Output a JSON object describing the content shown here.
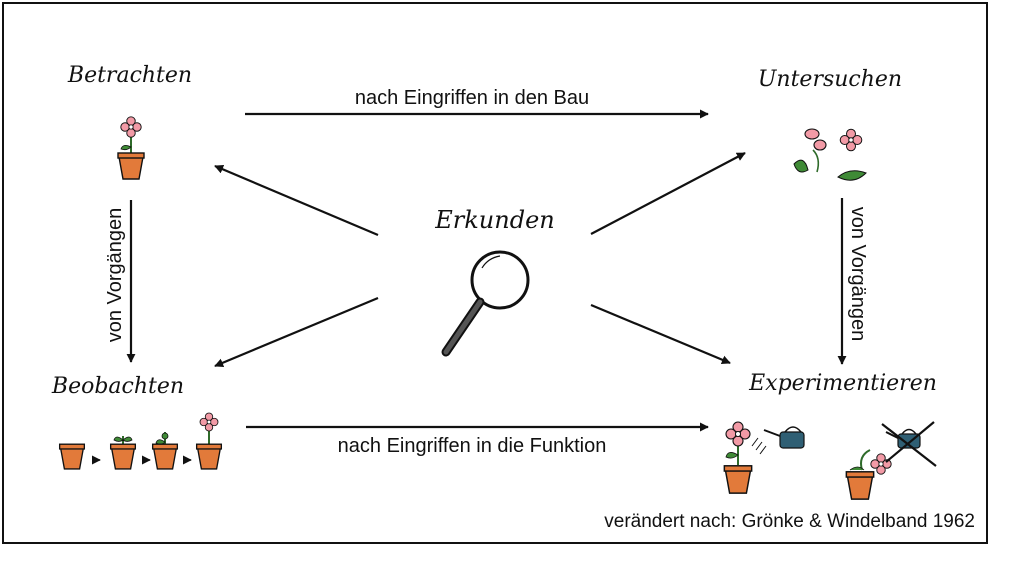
{
  "nodes": {
    "betrachten": "Betrachten",
    "untersuchen": "Untersuchen",
    "erkunden": "Erkunden",
    "beobachten": "Beobachten",
    "experimentieren": "Experimentieren"
  },
  "edges": {
    "top": "nach Eingriffen in den Bau",
    "bottom": "nach Eingriffen in die Funktion",
    "left": "von Vorgängen",
    "right": "von Vorgängen"
  },
  "source": "verändert nach: Grönke & Windelband 1962",
  "colors": {
    "pot": "#e27a3a",
    "flower": "#f29aa6",
    "stem": "#2f6b2a",
    "lens_handle": "#333333",
    "can": "#2f5f74"
  },
  "icons": [
    "flower-pot-icon",
    "petals-leaves-icon",
    "magnifier-icon",
    "growth-sequence-icon",
    "watering-can-icon",
    "crossed-watering-can-icon"
  ]
}
